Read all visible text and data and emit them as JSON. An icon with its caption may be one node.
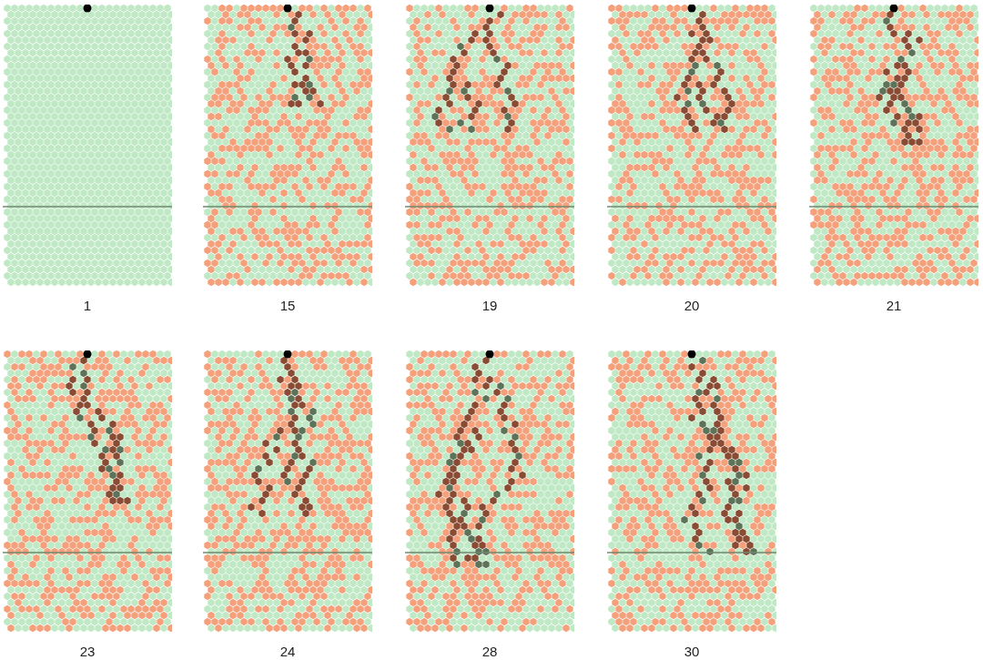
{
  "diagram": {
    "nodes": [
      {
        "text": [
          "1"
        ]
      },
      {
        "text": [
          "15"
        ]
      },
      {
        "text": [
          "19"
        ]
      },
      {
        "text": [
          "20"
        ]
      },
      {
        "text": [
          "21"
        ]
      },
      {
        "text": [
          "23"
        ]
      },
      {
        "text": [
          "24"
        ]
      },
      {
        "text": [
          "28"
        ]
      },
      {
        "text": [
          "30"
        ]
      }
    ]
  }
}
